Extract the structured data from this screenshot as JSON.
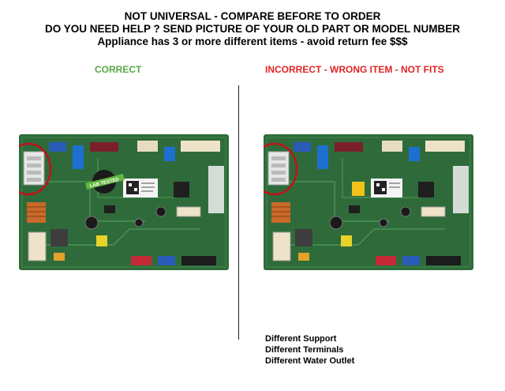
{
  "header": {
    "line1": "NOT UNIVERSAL - COMPARE BEFORE TO ORDER",
    "line2": "DO YOU NEED HELP ? SEND PICTURE OF YOUR OLD PART OR MODEL NUMBER",
    "line3": "Appliance has 3 or more different items  - avoid return fee $$$"
  },
  "left": {
    "label": "CORRECT",
    "label_color": "#5aa845",
    "badge_text": "LAB TESTED"
  },
  "right": {
    "label": "INCORRECT - WRONG ITEM - NOT FITS",
    "label_color": "#e02424"
  },
  "differences": [
    "Different Support",
    "Different Terminals",
    "Different Water Outlet"
  ],
  "colors": {
    "pcb_green": "#2f6b3a",
    "highlight_circle": "#c0121a"
  }
}
